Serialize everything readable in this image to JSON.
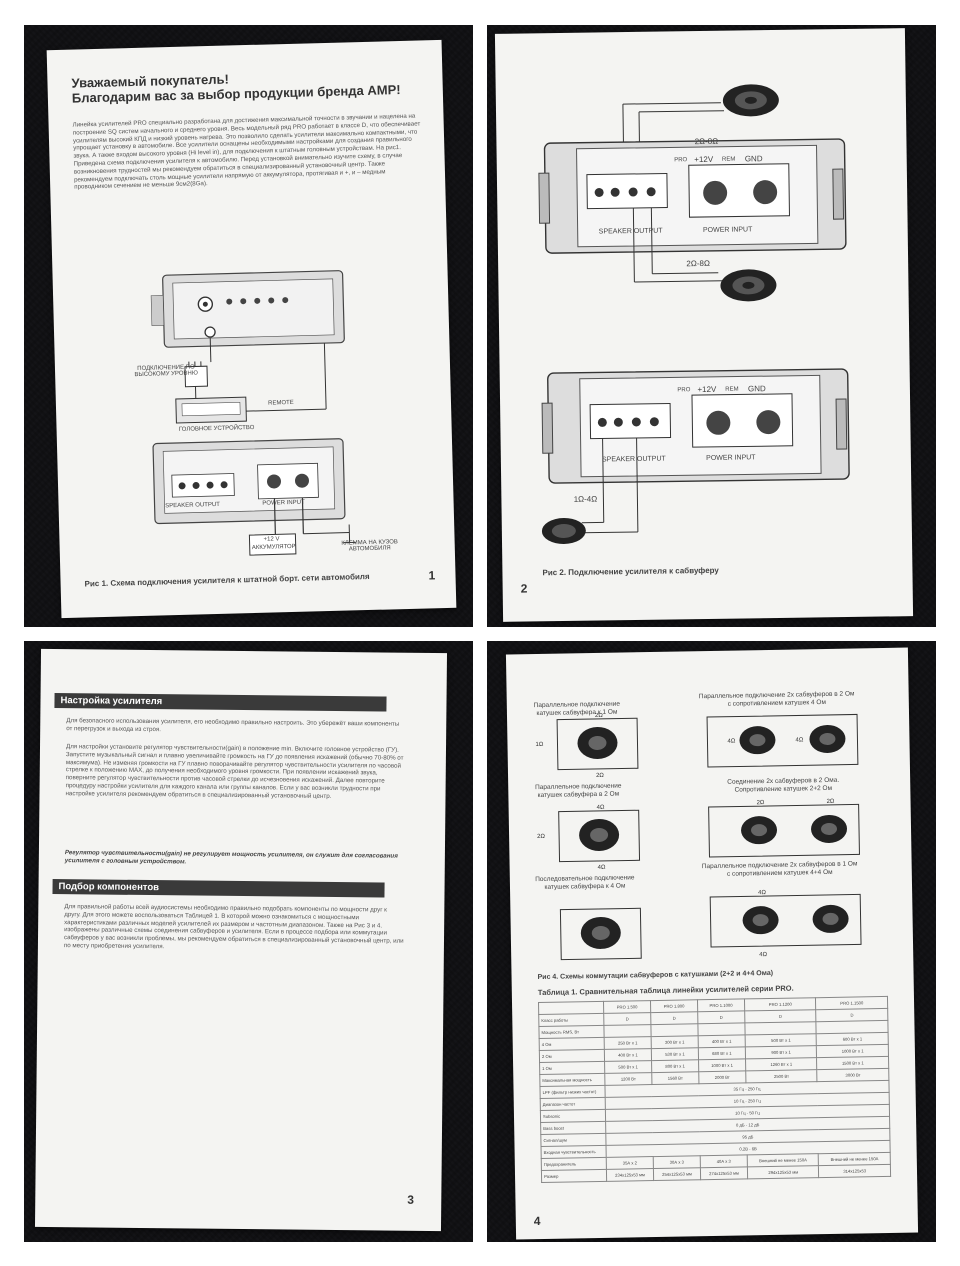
{
  "page1": {
    "title_line1": "Уважаемый покупатель!",
    "title_line2": "Благодарим вас за выбор продукции бренда AMP!",
    "body": "Линейка усилителей PRO специально разработана для достижения максимальной точности в звучании и нацелена на построение SQ систем начального и среднего уровня. Весь модельный ряд PRO работает в классе D, что обеспечивает усилителям высокий КПД и низкий уровень нагрева. Это позволило сделать усилители максимально компактными, что упрощает установку в автомобиле. Все усилители оснащены необходимыми настройками для создания правильного звука. А также входом высокого уровня (Hi level in), для подключения к штатным головным устройствам. На рис1. Приведена схема подключения усилителя к автомобилю. Перед установкой внимательно изучите схему, в случае возникновения трудностей мы рекомендуем обратиться в специализированный установочный центр. Также рекомендуем подключать столь мощные усилители напрямую от аккумулятора, протягивая и +, и – медным проводником сечением не меньше 9см2(8Ga).",
    "label_hilevel": "ПОДКЛЮЧЕНИЕ ПО ВЫСОКОМУ УРОВНЮ",
    "label_remote": "REMOTE",
    "label_head_unit": "ГОЛОВНОЕ УСТРОЙСТВО",
    "label_speaker_output": "SPEAKER OUTPUT",
    "label_power_input": "POWER INPUT",
    "label_battery_v": "+12 V",
    "label_battery": "АККУМУЛЯТОР",
    "label_ground": "КЛЕММА НА КУЗОВ АВТОМОБИЛЯ",
    "caption": "Рис 1. Схема подключения усилителя к штатной борт. сети автомобиля",
    "page_number": "1"
  },
  "page2": {
    "imp_top": "2Ω-8Ω",
    "imp_mid": "2Ω-8Ω",
    "imp_bottom": "1Ω-4Ω",
    "speaker_output": "SPEAKER OUTPUT",
    "power_input": "POWER INPUT",
    "v12": "+12V",
    "rem": "REM",
    "gnd": "GND",
    "pro": "PRO",
    "caption": "Рис 2. Подключение усилителя к сабвуферу",
    "page_number": "2"
  },
  "page3": {
    "section1_title": "Настройка усилителя",
    "section1_p1": "Для безопасного использования усилителя, его необходимо правильно настроить. Это убережёт ваши компоненты от перегрузок и выхода из строя.",
    "section1_p2": "Для настройки установите регулятор чувствительности(gain) в положение min. Включите головное устройство (ГУ). Запустите музыкальный сигнал и плавно увеличивайте громкость на ГУ до появления искажений (обычно 70-80% от максимума). Не изменяя громкости на ГУ плавно поворачивайте регулятор чувствительности усилителя по часовой стрелке к положению MAX, до получения необходимого уровня громкости. При появлении искажений звука, поверните регулятор чувствительности против часовой стрелки до исчезновения искажений. Далее повторите процедуру настройки усилителя для каждого канала или группы каналов. Если у вас возникли трудности при настройке усилителя рекомендуем обратиться в специализированный установочный центр.",
    "section1_note": "Регулятор чувствительности(gain) не регулирует мощность усилителя, он служит для согласования усилителя с головным устройством.",
    "section2_title": "Подбор компонентов",
    "section2_p1": "Для правильной работы всей аудиосистемы необходимо правильно подобрать компоненты по мощности друг к другу. Для этого можете воспользоваться Таблицей 1. В которой можно ознакомиться с мощностными характеристиками различных моделей усилителей их размером и частотным диапазоном. Также на Рис 3 и 4. изображены различные схемы соединения сабвуферов и усилителя. Если в процессе подбора или коммутации сабвуферов у вас возникли проблемы, мы рекомендуем обратиться в специализированный установочный центр, или по месту приобретения усилителя.",
    "page_number": "3"
  },
  "page4": {
    "d1_title": "Параллельное подключение катушек сабвуфера к 1 Ом",
    "d2_title": "Параллельное подключение катушек сабвуфера в 2 Ом",
    "d3_title": "Последовательное подключение катушек сабвуфера к 4 Ом",
    "d4_title": "Параллельное подключение 2х сабвуферов в 2 Ом с сопротивлением катушек 4 Ом",
    "d5_title": "Соединение 2х сабвуферов в 2 Ома. Сопротивление катушек 2+2 Ом",
    "d6_title": "Параллельное подключение 2х сабвуферов в 1 Ом с сопротивлением катушек 4+4 Ом",
    "imp_2": "2Ω",
    "imp_1": "1Ω",
    "imp_4": "4Ω",
    "caption_fig4": "Рис 4. Схемы коммутации сабвуферов с катушками (2+2 и 4+4 Ома)",
    "caption_table": "Таблица 1. Сравнительная таблица линейки усилителей серии PRO.",
    "table": {
      "headers": [
        "",
        "PRO 1.500",
        "PRO 1.800",
        "PRO 1.1000",
        "PRO 1.1200",
        "PRO 1.1500"
      ],
      "rows": [
        [
          "Класс работы",
          "D",
          "D",
          "D",
          "D",
          "D"
        ],
        [
          "Мощность RMS, Вт",
          "",
          "",
          "",
          "",
          ""
        ],
        [
          "4 Ом",
          "250 Вт x 1",
          "300 Вт x 1",
          "400 Вт x 1",
          "500 Вт x 1",
          "600 Вт x 1"
        ],
        [
          "2 Ом",
          "400 Вт x 1",
          "530 Вт x 1",
          "680 Вт x 1",
          "900 Вт x 1",
          "1000 Вт x 1"
        ],
        [
          "1 Ом",
          "500 Вт x 1",
          "800 Вт x 1",
          "1000 Вт x 1",
          "1260 Вт x 1",
          "1500 Вт x 1"
        ],
        [
          "Максимальная мощность",
          "1200 Вт",
          "1560 Вт",
          "2000 Вт",
          "2500 Вт",
          "3000 Вт"
        ]
      ],
      "span_rows": [
        [
          "LPF (фильтр низких частот)",
          "35 Гц - 250 Гц"
        ],
        [
          "Диапазон частот",
          "10 Гц - 250 Гц"
        ],
        [
          "Subsonic",
          "10 Гц - 50 Гц"
        ],
        [
          "Bass boost",
          "0 дБ - 12 дБ"
        ],
        [
          "Сигнал/шум",
          "95 дБ"
        ],
        [
          "Входная чувствительность",
          "0,2В - 6В"
        ]
      ],
      "tail_rows": [
        [
          "Предохранитель",
          "35А x 2",
          "30А x 3",
          "40А x 3",
          "Внешний не менее 150А",
          "Внешний не менее 150А"
        ],
        [
          "Размер",
          "234x125x53 мм",
          "254x125x53 мм",
          "274x125x53 мм",
          "294x125x53 мм",
          "314x125x53"
        ]
      ]
    },
    "page_number": "4"
  }
}
